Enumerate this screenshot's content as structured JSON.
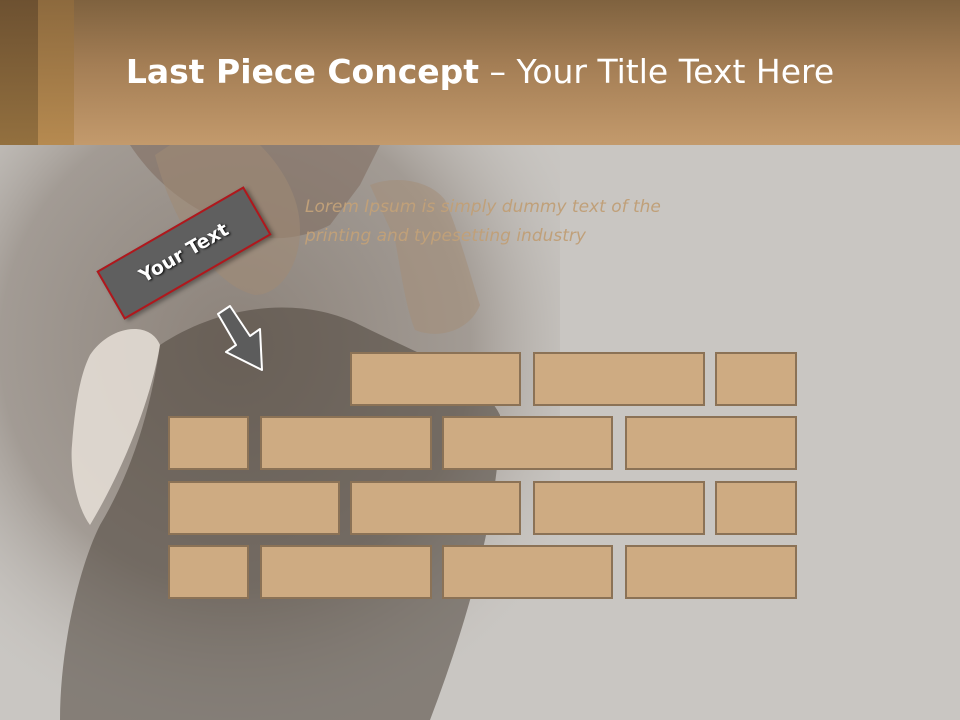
{
  "slide": {
    "title_bold": "Last Piece Concept",
    "title_rest": " – Your Title Text Here",
    "body_text": "Lorem Ipsum is simply dummy text of the printing and typesetting industry",
    "tag_label": "Your Text"
  },
  "colors": {
    "header": "#a47e55",
    "background": "#c9c6c2",
    "brick_fill": "#ceab82",
    "brick_border": "#8b7256",
    "tag_fill": "#5f5f5f",
    "tag_border": "#b1171c",
    "arrow": "#5c5c5c"
  },
  "icons": {
    "arrow": "arrow-down-right-icon",
    "photo": "woman-in-hat-photo"
  },
  "brick_wall": {
    "rows": 4,
    "bricks_per_row": [
      3,
      4,
      4,
      4
    ]
  }
}
